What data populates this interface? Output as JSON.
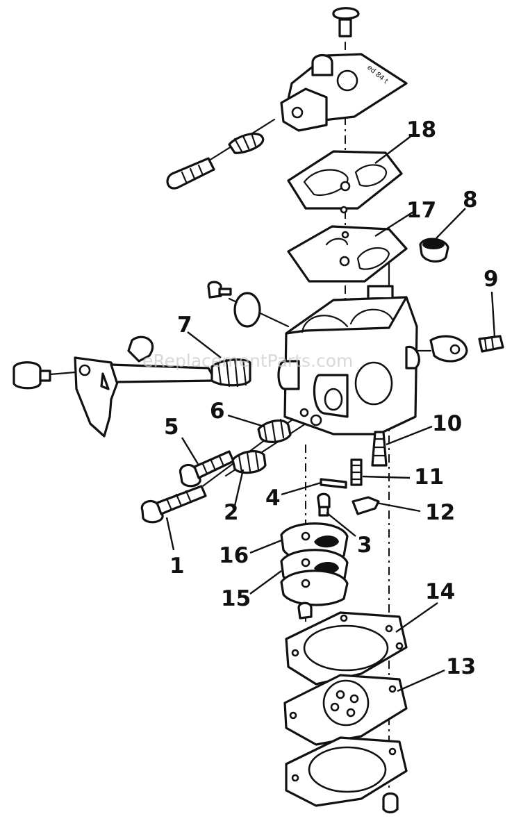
{
  "watermark": "eReplacementParts.com",
  "cover_stamp": "ed 84 t",
  "colors": {
    "ink": "#111111",
    "paper": "#ffffff",
    "watermark": "#c8c8c8"
  },
  "callouts": [
    {
      "id": "1",
      "label": "1",
      "part": "main adjust screw"
    },
    {
      "id": "2",
      "label": "2",
      "part": "spring"
    },
    {
      "id": "3",
      "label": "3",
      "part": "screw"
    },
    {
      "id": "4",
      "label": "4",
      "part": "pin"
    },
    {
      "id": "5",
      "label": "5",
      "part": "idle adjust screw"
    },
    {
      "id": "6",
      "label": "6",
      "part": "spring"
    },
    {
      "id": "7",
      "label": "7",
      "part": "throttle spring"
    },
    {
      "id": "8",
      "label": "8",
      "part": "cup plug"
    },
    {
      "id": "9",
      "label": "9",
      "part": "screw and clip"
    },
    {
      "id": "10",
      "label": "10",
      "part": "inlet needle"
    },
    {
      "id": "11",
      "label": "11",
      "part": "spring"
    },
    {
      "id": "12",
      "label": "12",
      "part": "metering lever"
    },
    {
      "id": "13",
      "label": "13",
      "part": "metering diaphragm"
    },
    {
      "id": "14",
      "label": "14",
      "part": "gasket"
    },
    {
      "id": "15",
      "label": "15",
      "part": "valve plate"
    },
    {
      "id": "16",
      "label": "16",
      "part": "valve plate"
    },
    {
      "id": "17",
      "label": "17",
      "part": "pump diaphragm"
    },
    {
      "id": "18",
      "label": "18",
      "part": "gasket"
    }
  ]
}
